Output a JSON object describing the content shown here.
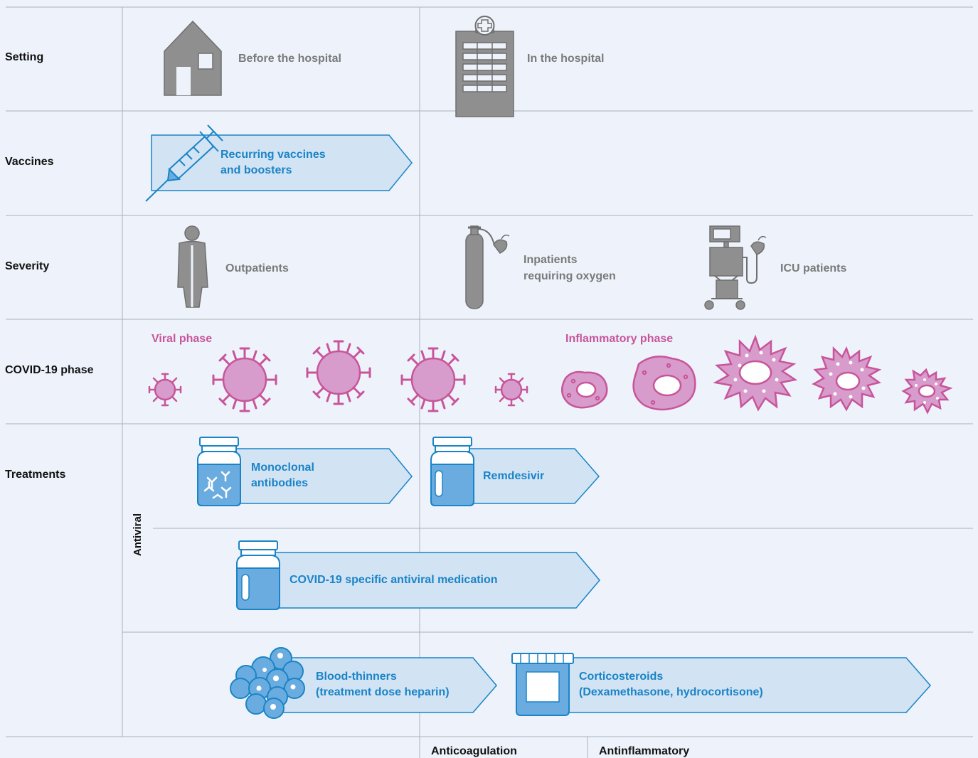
{
  "rows": {
    "setting": "Setting",
    "vaccines": "Vaccines",
    "severity": "Severity",
    "phase": "COVID-19 phase",
    "treatments": "Treatments"
  },
  "setting": {
    "before": "Before the hospital",
    "in": "In the hospital"
  },
  "vaccines": {
    "line1": "Recurring vaccines",
    "line2": "and boosters"
  },
  "severity": {
    "outpatients": "Outpatients",
    "inpatients_line1": "Inpatients",
    "inpatients_line2": "requiring oxygen",
    "icu": "ICU patients"
  },
  "phase": {
    "viral": "Viral phase",
    "inflammatory": "Inflammatory phase"
  },
  "treatments": {
    "antiviral_label": "Antiviral",
    "monoclonal_line1": "Monoclonal",
    "monoclonal_line2": "antibodies",
    "remdesivir": "Remdesivir",
    "antiviral_med": "COVID-19 specific antiviral medication",
    "bloodthin_line1": "Blood-thinners",
    "bloodthin_line2": "(treatment dose heparin)",
    "cortico_line1": "Corticosteroids",
    "cortico_line2": "(Dexamethasone, hydrocortisone)"
  },
  "footer": {
    "anticoag": "Anticoagulation",
    "antiinflam": "Antinflammatory"
  },
  "icons": [
    "house-icon",
    "hospital-icon",
    "syringe-icon",
    "person-icon",
    "oxygen-tank-icon",
    "icu-ventilator-icon",
    "virus-icon",
    "inflammatory-cell-icon",
    "vial-icon",
    "blood-cells-icon",
    "pill-jar-icon"
  ],
  "colors": {
    "background": "#eef3fb",
    "grid": "#a9b2bd",
    "arrow_fill": "#d2e3f4",
    "arrow_stroke": "#1a84c6",
    "text_blue": "#1a84c6",
    "icon_gray": "#8f8f8f",
    "virus_pink": "#d79ccb",
    "virus_stroke": "#c8559a"
  }
}
